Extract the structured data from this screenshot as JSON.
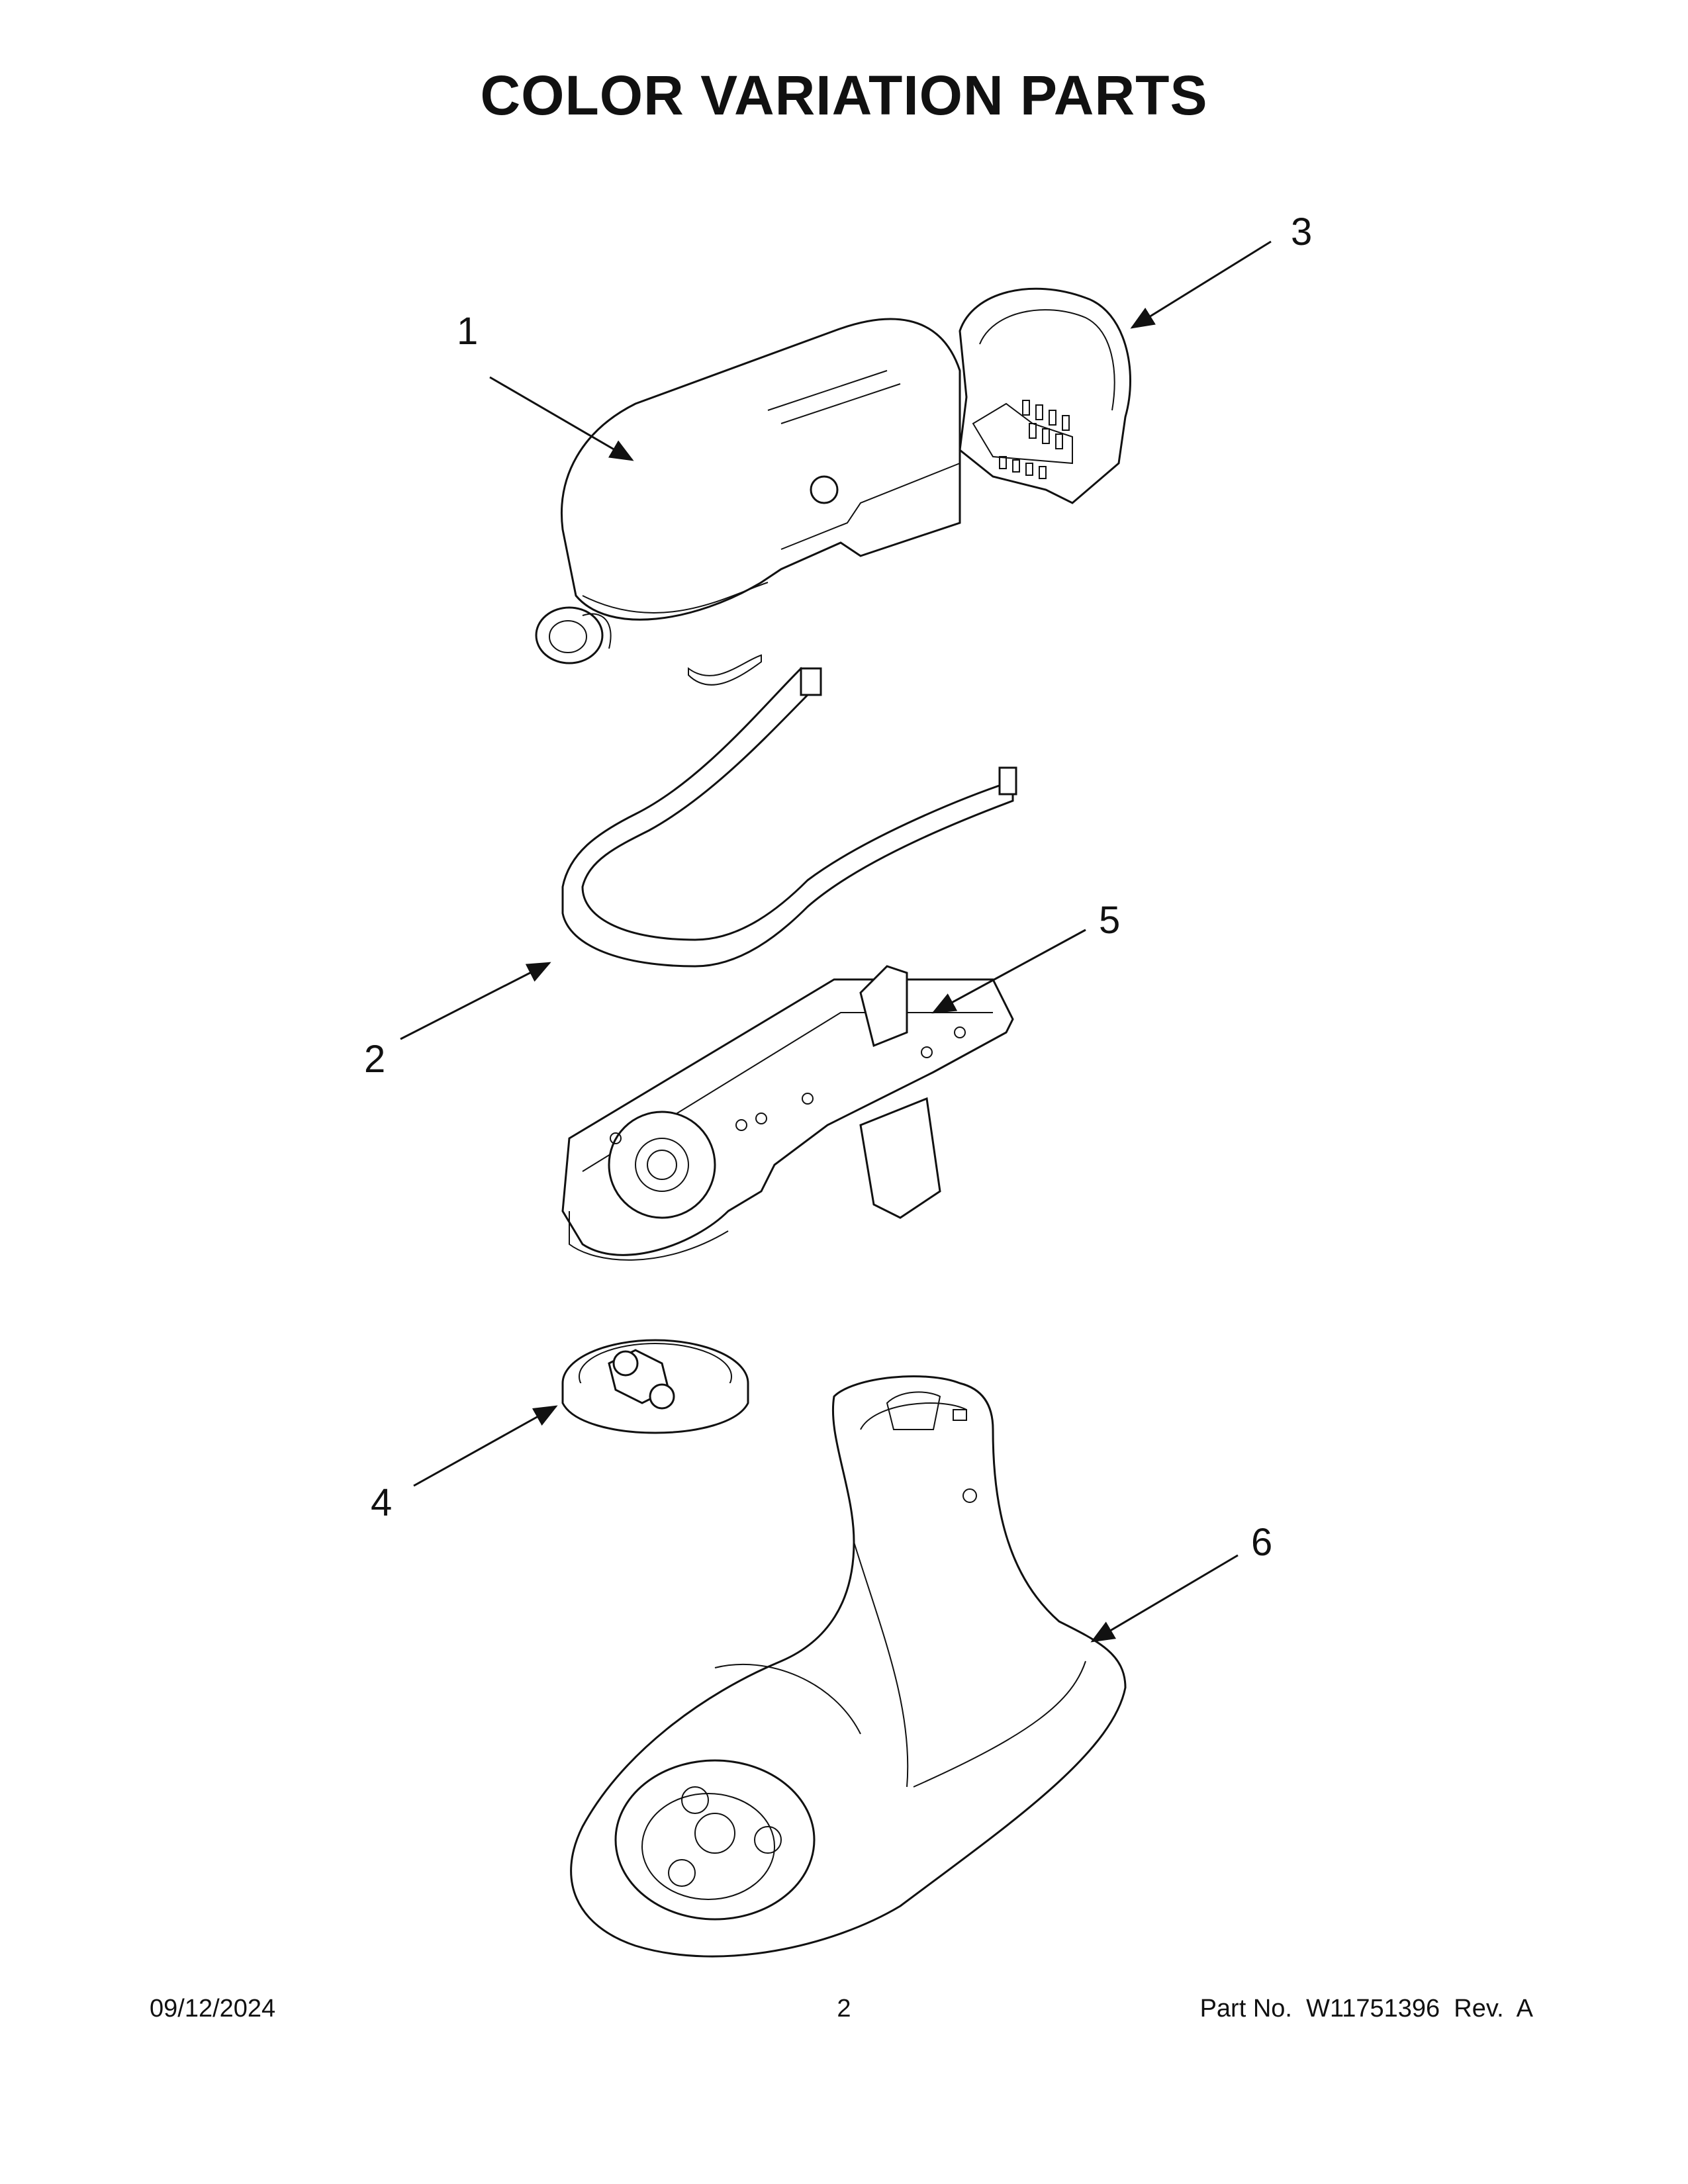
{
  "title": "COLOR VARIATION PARTS",
  "callouts": {
    "p1": "1",
    "p2": "2",
    "p3": "3",
    "p4": "4",
    "p5": "5",
    "p6": "6"
  },
  "footer": {
    "date": "09/12/2024",
    "page": "2",
    "part_number": "Part No.  W11751396  Rev.  A"
  }
}
